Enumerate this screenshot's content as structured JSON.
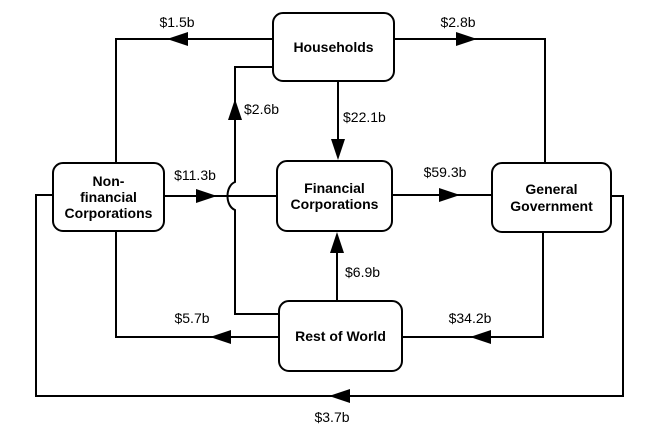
{
  "diagram": {
    "type": "sector-financial-flows",
    "background_color": "#ffffff",
    "line_color": "#000000",
    "box_fill": "#ffffff",
    "box_border_color": "#000000"
  },
  "nodes": [
    {
      "id": "households",
      "label": "Households"
    },
    {
      "id": "non-financial-corporations",
      "label": "Non-\nfinancial\nCorporations"
    },
    {
      "id": "financial-corporations",
      "label": "Financial\nCorporations"
    },
    {
      "id": "general-government",
      "label": "General\nGovernment"
    },
    {
      "id": "rest-of-world",
      "label": "Rest of World"
    }
  ],
  "flows": [
    {
      "from": "Households",
      "to": "Non-financial Corporations",
      "amount": "$1.5b"
    },
    {
      "from": "Households",
      "to": "General Government",
      "amount": "$2.8b"
    },
    {
      "from": "Households",
      "to": "Financial Corporations",
      "amount": "$22.1b"
    },
    {
      "from": "Non-financial Corporations",
      "to": "Financial Corporations",
      "amount": "$11.3b"
    },
    {
      "from": "Financial Corporations",
      "to": "General Government",
      "amount": "$59.3b"
    },
    {
      "from": "Rest of World",
      "to": "Households",
      "amount": "$2.6b"
    },
    {
      "from": "Rest of World",
      "to": "Financial Corporations",
      "amount": "$6.9b"
    },
    {
      "from": "Rest of World",
      "to": "Non-financial Corporations",
      "amount": "$5.7b"
    },
    {
      "from": "General Government",
      "to": "Rest of World",
      "amount": "$34.2b"
    },
    {
      "from": "General Government",
      "to": "Non-financial Corporations",
      "amount": "$3.7b"
    }
  ]
}
